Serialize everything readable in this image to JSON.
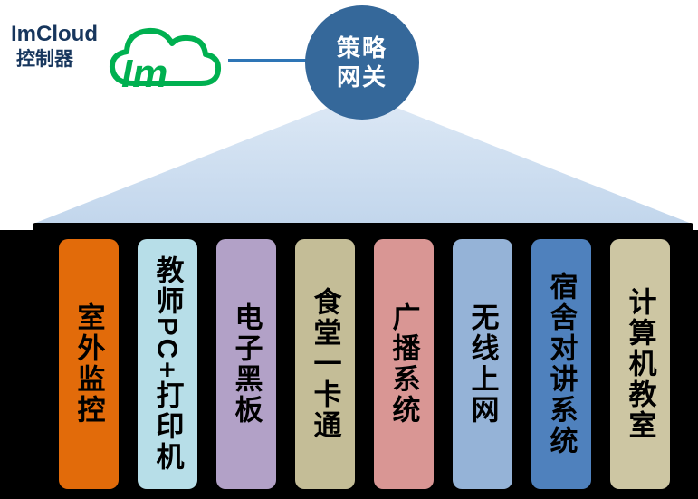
{
  "header": {
    "controller_title": "ImCloud",
    "controller_subtitle": "控制器",
    "cloud_text": "Im",
    "gateway_line1": "策略",
    "gateway_line2": "网关"
  },
  "colors": {
    "title_navy": "#17365D",
    "cloud_green": "#00B050",
    "connector_blue": "#2E75B6",
    "gateway_fill": "#35689A",
    "funnel_top": "#F2F7FC",
    "funnel_bottom": "#C2D6EC",
    "bottom_background": "#000000"
  },
  "pillars": [
    {
      "label": "室外监控",
      "color": "#E26B0A"
    },
    {
      "label": "教师PC+打印机",
      "color": "#B7DEE8"
    },
    {
      "label": "电子黑板",
      "color": "#B2A1C7"
    },
    {
      "label": "食堂一卡通",
      "color": "#C4BD97"
    },
    {
      "label": "广播系统",
      "color": "#D99694"
    },
    {
      "label": "无线上网",
      "color": "#95B3D7"
    },
    {
      "label": "宿舍对讲系统",
      "color": "#4F81BD"
    },
    {
      "label": "计算机教室",
      "color": "#CDC6A3"
    }
  ]
}
